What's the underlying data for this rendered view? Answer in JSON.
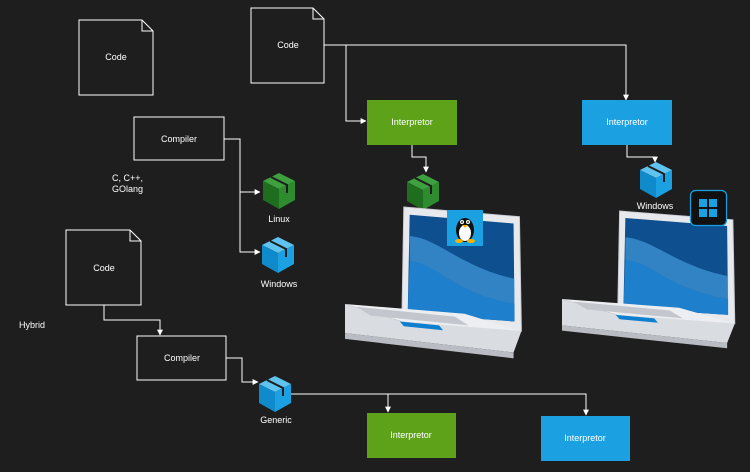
{
  "labels": {
    "code_1": "Code",
    "code_2": "Code",
    "code_3": "Code",
    "compiler_1": "Compiler",
    "compiler_2": "Compiler",
    "interp_green_top": "Interpretor",
    "interp_blue_top": "Interpretor",
    "interp_green_bottom": "Interpretor",
    "interp_blue_bottom": "Interpretor",
    "languages_line1": "C, C++,",
    "languages_line2": "GOlang",
    "linux": "Linux",
    "windows_1": "Windows",
    "windows_2": "Windows",
    "hybrid": "Hybrid",
    "generic": "Generic"
  },
  "colors": {
    "background": "#1e1e1e",
    "green_box": "#5ea21a",
    "blue_box": "#1ba1e2",
    "green_package": "#2e8b2e",
    "blue_package": "#1ba1e2",
    "stroke": "#ffffff"
  },
  "icons": [
    "package-icon",
    "linux-tux-icon",
    "windows-logo-icon",
    "laptop-icon"
  ]
}
